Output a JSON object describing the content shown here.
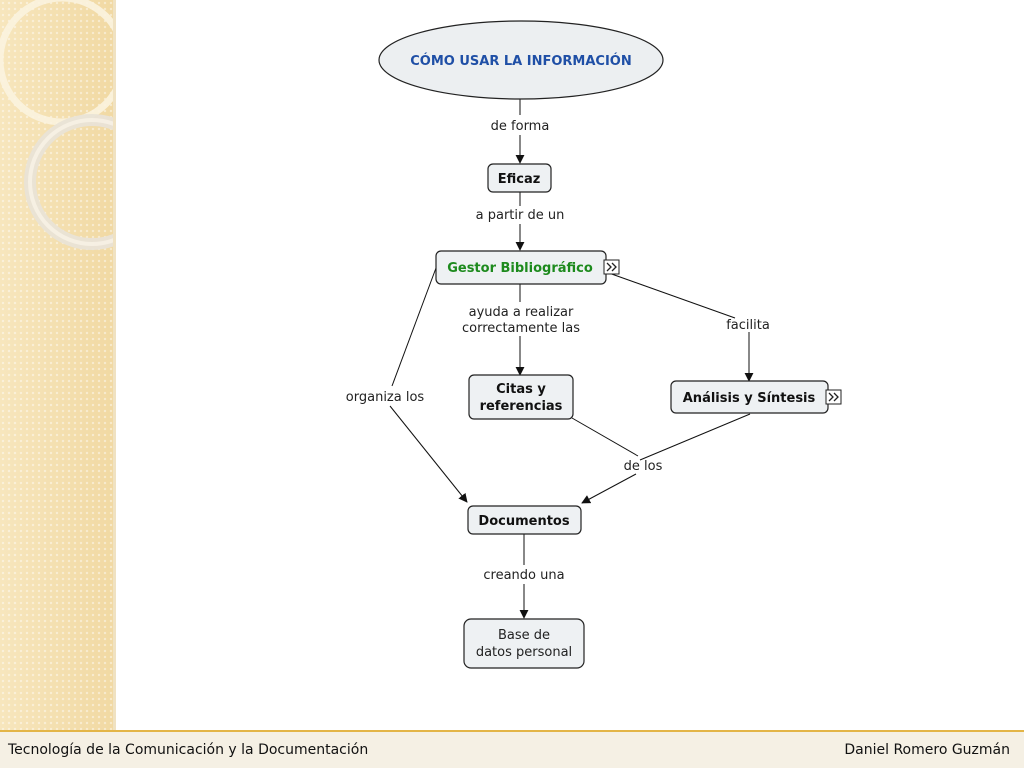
{
  "concept_map": {
    "title": "CÓMO USAR LA INFORMACIÓN",
    "nodes": {
      "eficaz": "Eficaz",
      "gestor": "Gestor Bibliográfico",
      "citas_line1": "Citas y",
      "citas_line2": "referencias",
      "analisis": "Análisis y Síntesis",
      "documentos": "Documentos",
      "base_line1": "Base de",
      "base_line2": "datos personal"
    },
    "links": {
      "de_forma": "de forma",
      "a_partir": "a partir de un",
      "ayuda_line1": "ayuda a realizar",
      "ayuda_line2": "correctamente las",
      "facilita": "facilita",
      "organiza": "organiza los",
      "de_los": "de los",
      "creando": "creando una"
    }
  },
  "footer": {
    "left": "Tecnología de la Comunicación y la Documentación",
    "right": "Daniel Romero Guzmán"
  },
  "colors": {
    "title_text": "#1f4fa6",
    "gestor_text": "#1d8a1d",
    "footer_border": "#e3b547"
  }
}
